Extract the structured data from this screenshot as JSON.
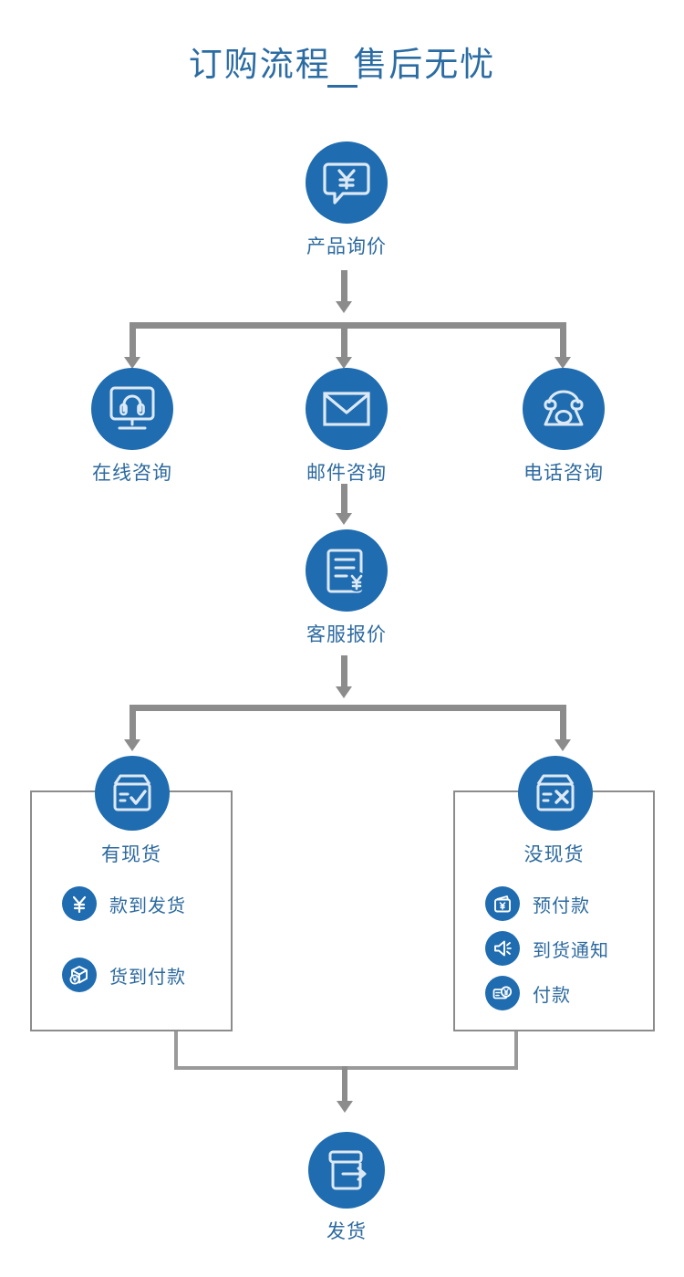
{
  "page": {
    "title": "订购流程  售后无忧",
    "accent_blue": "#1f6cb0",
    "label_blue": "#2d6a9f",
    "connector_gray": "#8c8c8c",
    "background": "#ffffff"
  },
  "flow": {
    "start": {
      "label": "产品询价",
      "icon": "speech-bubble-yen-icon"
    },
    "contact_nodes": [
      {
        "label": "在线咨询",
        "icon": "monitor-headset-icon"
      },
      {
        "label": "邮件咨询",
        "icon": "envelope-icon"
      },
      {
        "label": "电话咨询",
        "icon": "telephone-icon"
      }
    ],
    "quote": {
      "label": "客服报价",
      "icon": "document-yen-icon"
    },
    "branches": [
      {
        "label": "有现货",
        "icon": "box-check-icon",
        "options": [
          {
            "label": "款到发货",
            "icon": "yen-icon"
          },
          {
            "label": "货到付款",
            "icon": "package-coin-icon"
          }
        ]
      },
      {
        "label": "没现货",
        "icon": "box-cross-icon",
        "options": [
          {
            "label": "预付款",
            "icon": "wallet-yen-icon"
          },
          {
            "label": "到货通知",
            "icon": "speaker-notify-icon"
          },
          {
            "label": "付款",
            "icon": "card-coin-yen-icon"
          }
        ]
      }
    ],
    "end": {
      "label": "发货",
      "icon": "box-arrow-out-icon"
    }
  }
}
